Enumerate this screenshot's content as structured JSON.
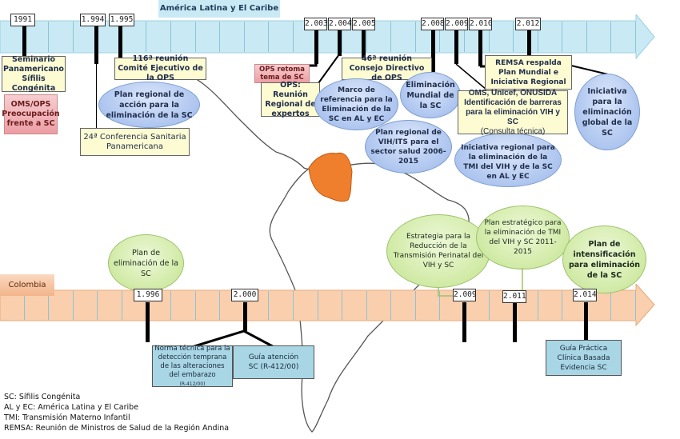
{
  "top": {
    "title": "América Latina y El Caribe",
    "years": [
      "1991",
      "1.994",
      "1.995",
      "2.003",
      "2.004",
      "2.005",
      "2.008",
      "2.009",
      "2.010",
      "2.012"
    ],
    "events": {
      "seminario": "Seminario Panamericano Sífilis Congénita",
      "oms_ops": "OMS/OPS Preocupación frente a SC",
      "comite116": "116ª reunión Comité Ejecutivo de la OPS",
      "plan_regional": "Plan regional de acción para la eliminación de la SC",
      "conferencia24": "24ª Conferencia Sanitaria Panamericana",
      "ops_retoma": "OPS retoma tema de SC",
      "ops_reunion": "OPS: Reunión Regional de expertos",
      "marco": "Marco de referencia para la Eliminación de la SC en AL y EC",
      "consejo46": "46ª reunión Consejo Directivo de OPS",
      "eliminacion_mundial": "Eliminación Mundial de la SC",
      "plan_vih": "Plan regional de VIH/ITS para el sector salud 2006-2015",
      "remsa": "REMSA respalda Plan Mundial e Iniciativa Regional",
      "oms_unicef": "OMS, Unicef, ONUSIDA Identificación de barreras para la eliminación VIH y SC",
      "oms_unicef_note": "(Consulta técnica)",
      "iniciativa_regional": "Iniciativa regional para la eliminación de la TMI del VIH y de la SC en AL y EC",
      "iniciativa_global": "Iniciativa para la eliminación global de la SC"
    }
  },
  "bottom": {
    "title": "Colombia",
    "years": [
      "1.996",
      "2.000",
      "2.009",
      "2.011",
      "2.014"
    ],
    "events": {
      "plan_eliminacion": "Plan de eliminación de la SC",
      "estrategia": "Estrategia para la Reducción de la Transmisión Perinatal del VIH y SC",
      "plan_estrategico": "Plan estratégico para la eliminación de TMI del VIH y SC 2011-2015",
      "plan_intensificacion": "Plan de intensificación para eliminación de la SC",
      "norma": "Norma técnica para la detección temprana de las alteraciones del embarazo",
      "norma_note": "(R-412/00)",
      "guia_atencion": "Guía atención SC (R-412/00)",
      "guia_practica": "Guía Práctica Clínica Basada Evidencia SC"
    }
  },
  "legend": [
    "SC: Sífilis Congénita",
    "AL y EC: América Latina y El Caribe",
    "TMI: Transmisión Materno Infantil",
    "REMSA: Reunión de Ministros de Salud de la Región Andina"
  ],
  "colors": {
    "top_arrow": "#c9eaf4",
    "bottom_arrow": "#f9cfae",
    "colombia": "#f07f2d"
  }
}
